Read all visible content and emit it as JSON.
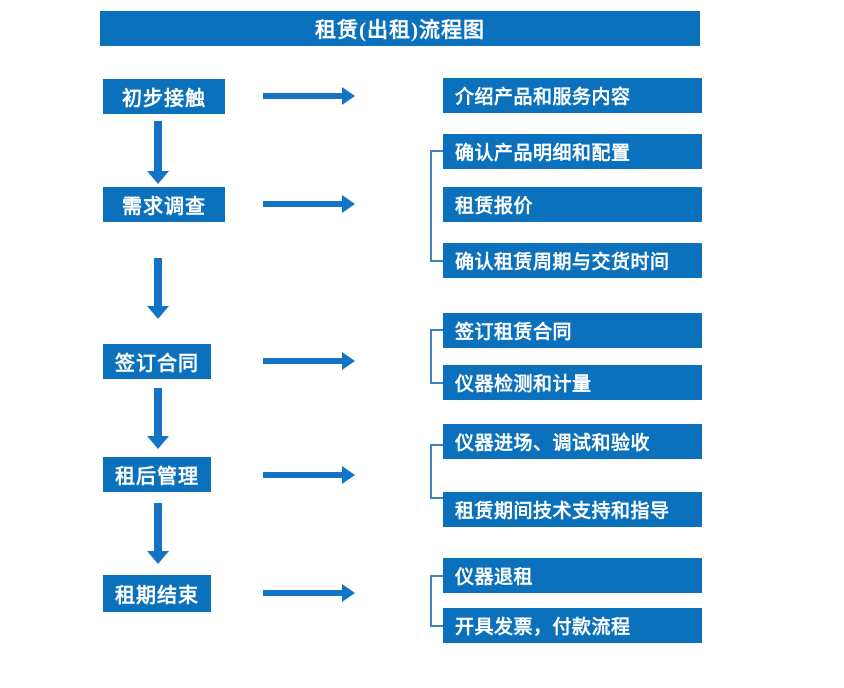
{
  "title": "租赁(出租)流程图",
  "colors": {
    "box_blue": "#0b71bd",
    "arrow_blue": "#1373c6",
    "bracket_blue": "#4081c5",
    "text_white": "#ffffff",
    "background": "#ffffff"
  },
  "icons": {
    "arrow_right": "css-triangle-right",
    "arrow_down": "css-triangle-down",
    "group_bracket": "css-left-square-bracket"
  },
  "steps": [
    {
      "label": "初步接触",
      "details": [
        "介绍产品和服务内容"
      ]
    },
    {
      "label": "需求调查",
      "details": [
        "确认产品明细和配置",
        "租赁报价",
        "确认租赁周期与交货时间"
      ]
    },
    {
      "label": "签订合同",
      "details": [
        "签订租赁合同",
        "仪器检测和计量"
      ]
    },
    {
      "label": "租后管理",
      "details": [
        "仪器进场、调试和验收",
        "租赁期间技术支持和指导"
      ]
    },
    {
      "label": "租期结束",
      "details": [
        "仪器退租",
        "开具发票，付款流程"
      ]
    }
  ]
}
